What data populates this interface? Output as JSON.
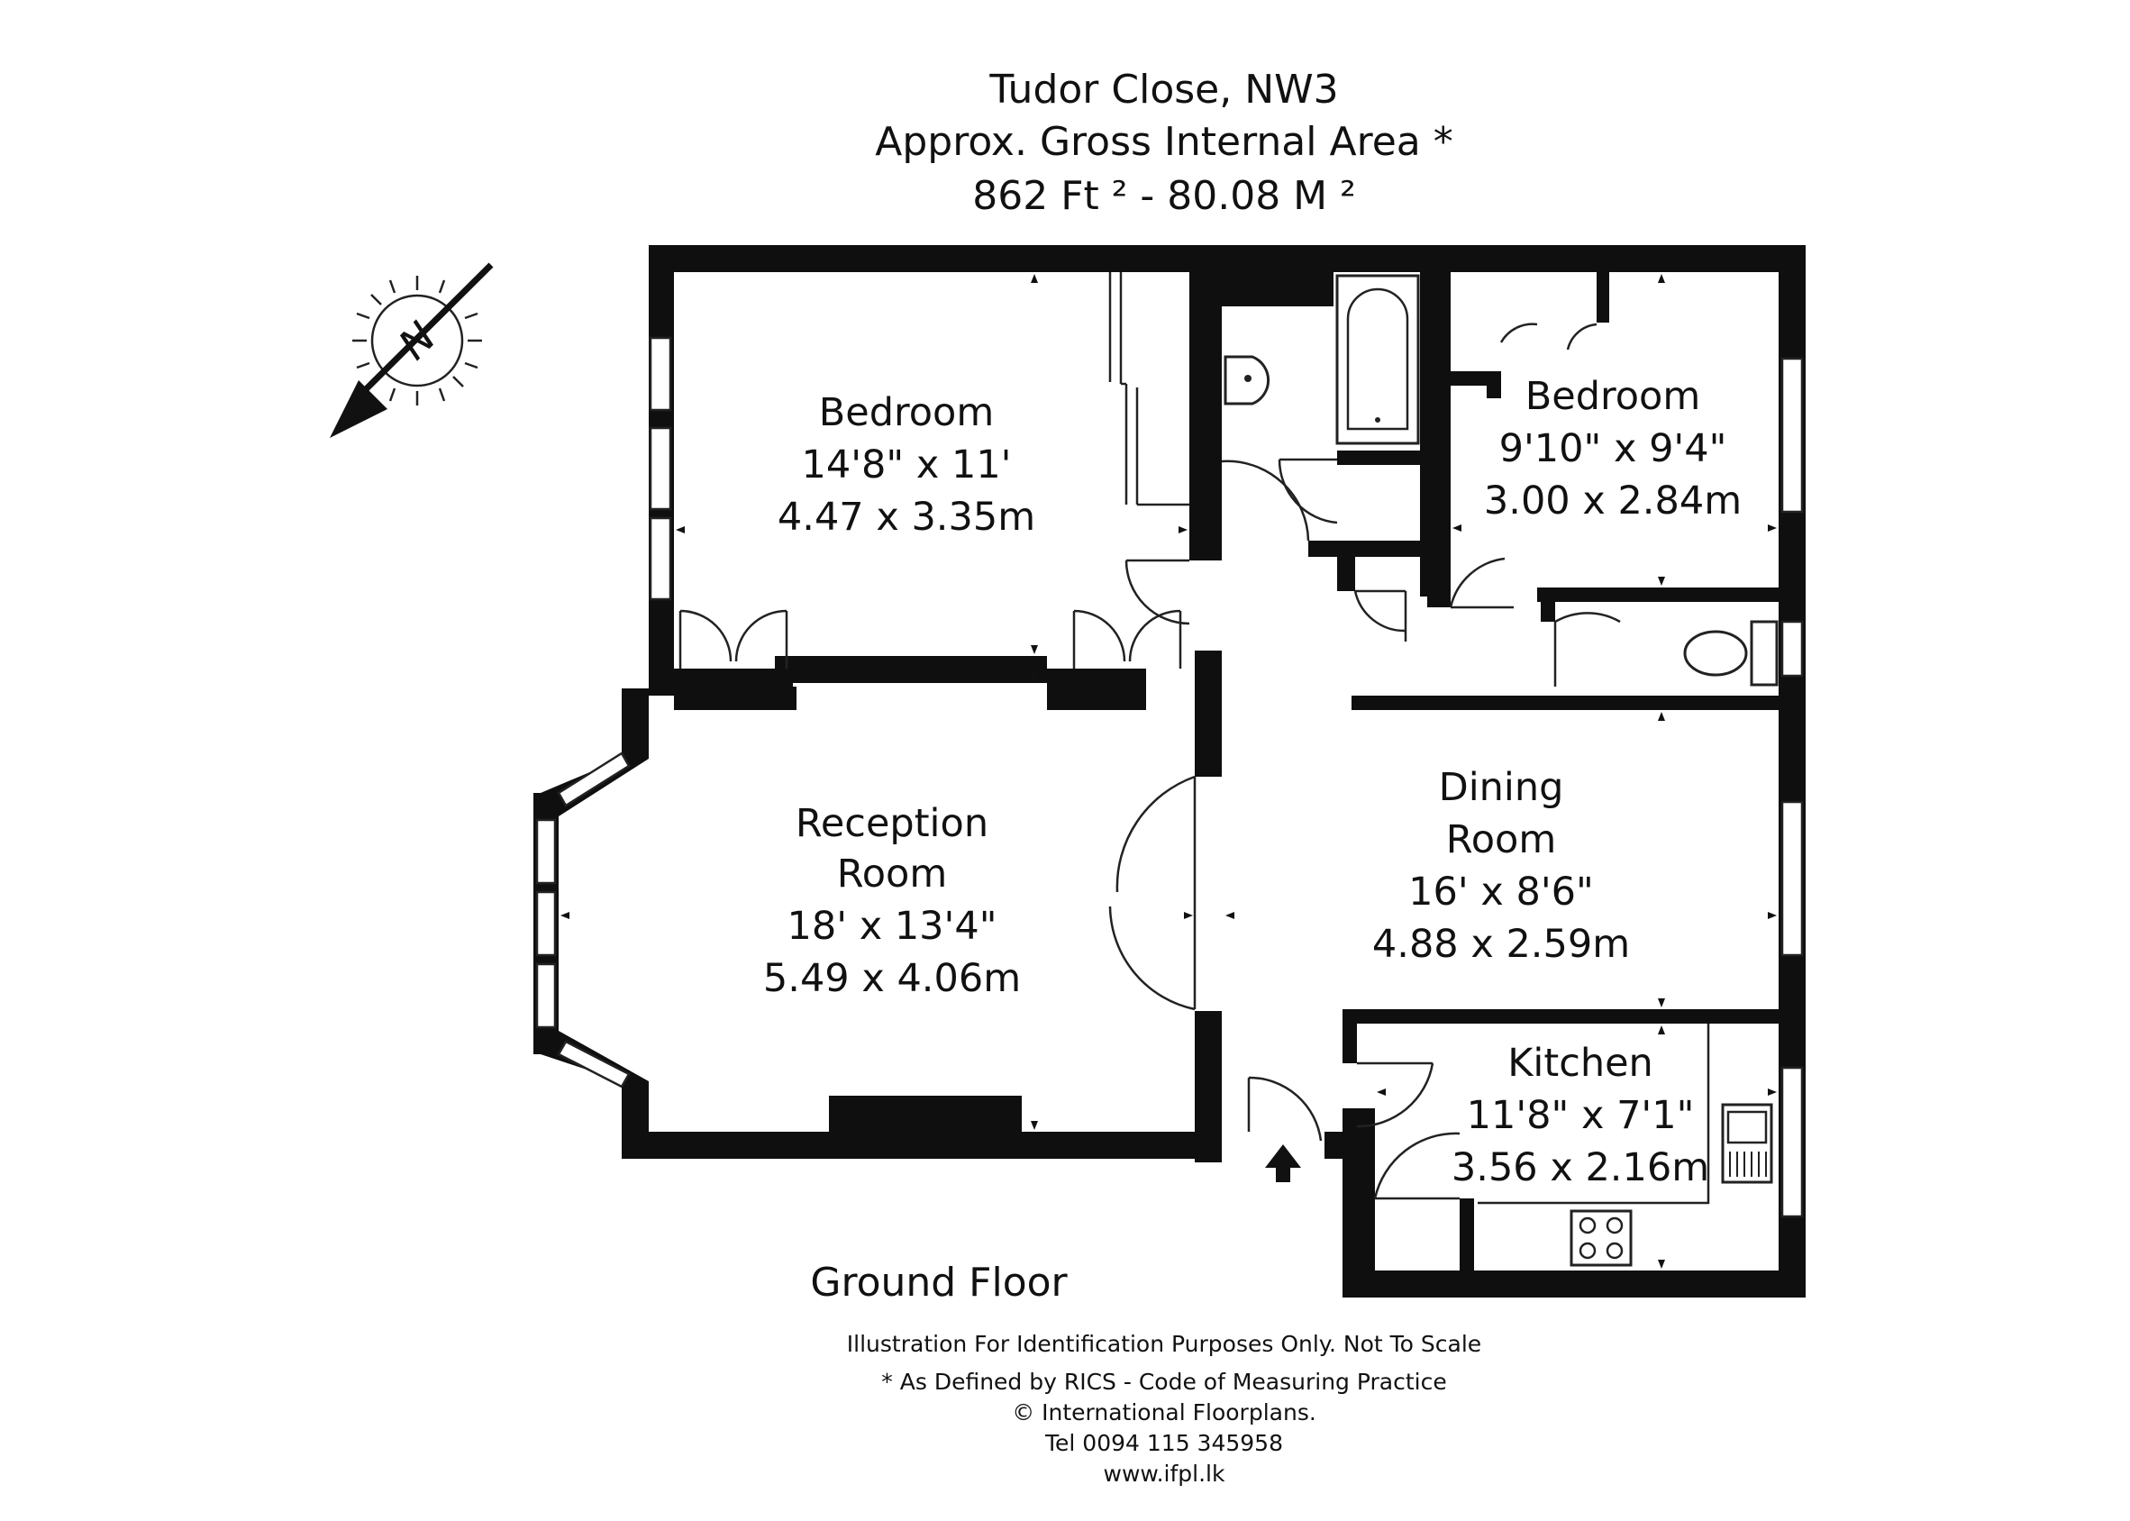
{
  "header": {
    "address": "Tudor Close, NW3",
    "area_label": "Approx. Gross Internal Area *",
    "area_value": "862 Ft ²  -  80.08 M ²"
  },
  "compass": {
    "label": "N",
    "icon": "compass-north-icon"
  },
  "rooms": {
    "bedroom1": {
      "name": "Bedroom",
      "imperial": "14'8\" x 11'",
      "metric": "4.47 x 3.35m"
    },
    "bedroom2": {
      "name": "Bedroom",
      "imperial": "9'10\" x 9'4\"",
      "metric": "3.00 x 2.84m"
    },
    "reception": {
      "name_line1": "Reception",
      "name_line2": "Room",
      "imperial": "18' x 13'4\"",
      "metric": "5.49 x 4.06m"
    },
    "dining": {
      "name_line1": "Dining",
      "name_line2": "Room",
      "imperial": "16' x 8'6\"",
      "metric": "4.88 x 2.59m"
    },
    "kitchen": {
      "name": "Kitchen",
      "imperial": "11'8\" x 7'1\"",
      "metric": "3.56 x 2.16m"
    }
  },
  "floor_label": "Ground Floor",
  "footer": {
    "line1": "Illustration For Identification Purposes Only. Not To Scale",
    "line2": "* As Defined by RICS - Code of Measuring Practice",
    "line3": "© International Floorplans.",
    "line4": "Tel 0094 115 345958",
    "line5": "www.ifpl.lk"
  },
  "colors": {
    "wall": "#0f0f0f",
    "line": "#222222",
    "background": "#ffffff"
  }
}
